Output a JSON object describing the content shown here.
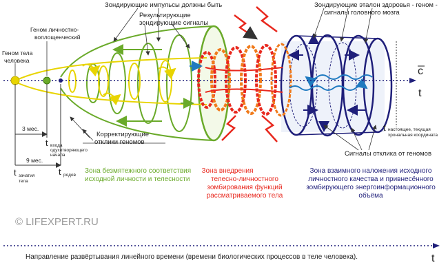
{
  "labels": {
    "genome_body_l1": "Геном тела",
    "genome_body_l2": "человека",
    "genome_pers_l1": "Геном личностно-",
    "genome_pers_l2": "воплощенческий",
    "probe_should": "Зондирующие импульсы должны быть",
    "result_l1": "Результирующие",
    "result_l2": "зондирующие сигналы",
    "etalon_l1": "Зондирующие эталон здоровья - геном -",
    "etalon_l2": "сигналы головного мозга",
    "c_axis": "c",
    "t_axis": "t",
    "months3": "3 мес.",
    "months9": "9 мес.",
    "t_sym": "t",
    "t_entry_l1": "входа",
    "t_entry_l2": "одухотворяющего",
    "t_entry_l3": "начала",
    "t_concept_l1": "зачатия",
    "t_concept_l2": "тела",
    "t_birth": "родов",
    "correct_l1": "Корректирующие",
    "correct_l2": "отклики геномов",
    "present_l1": "настоящее, текущая",
    "present_l2": "хрональная координата",
    "response": "Сигналы отклика от геномов",
    "copyright": "© LIFEXPERT.RU",
    "bottom": "Направление развёртывания линейного времени (времени биологических процессов в теле человека).",
    "bottom_t": "t"
  },
  "zones": {
    "green_l1": "Зона безмятежного соответствия",
    "green_l2": "исходной личности и телесности",
    "red_l1": "Зона внедрения",
    "red_l2": "телесно-личностного",
    "red_l3": "зомбирования функций",
    "red_l4": "рассматриваемого тела",
    "blue_l1": "Зона взаимного наложения исходного",
    "blue_l2": "личностного качества и привнесённого",
    "blue_l3": "зомбирующего энергоинформационного",
    "blue_l4": "объёма"
  },
  "colors": {
    "green": "#6aaa2a",
    "yellow": "#e8d400",
    "red": "#e8281e",
    "orange": "#f07a1a",
    "navy": "#1f1f7a",
    "blue": "#1f7ac0",
    "grey": "#9a9a9a"
  }
}
